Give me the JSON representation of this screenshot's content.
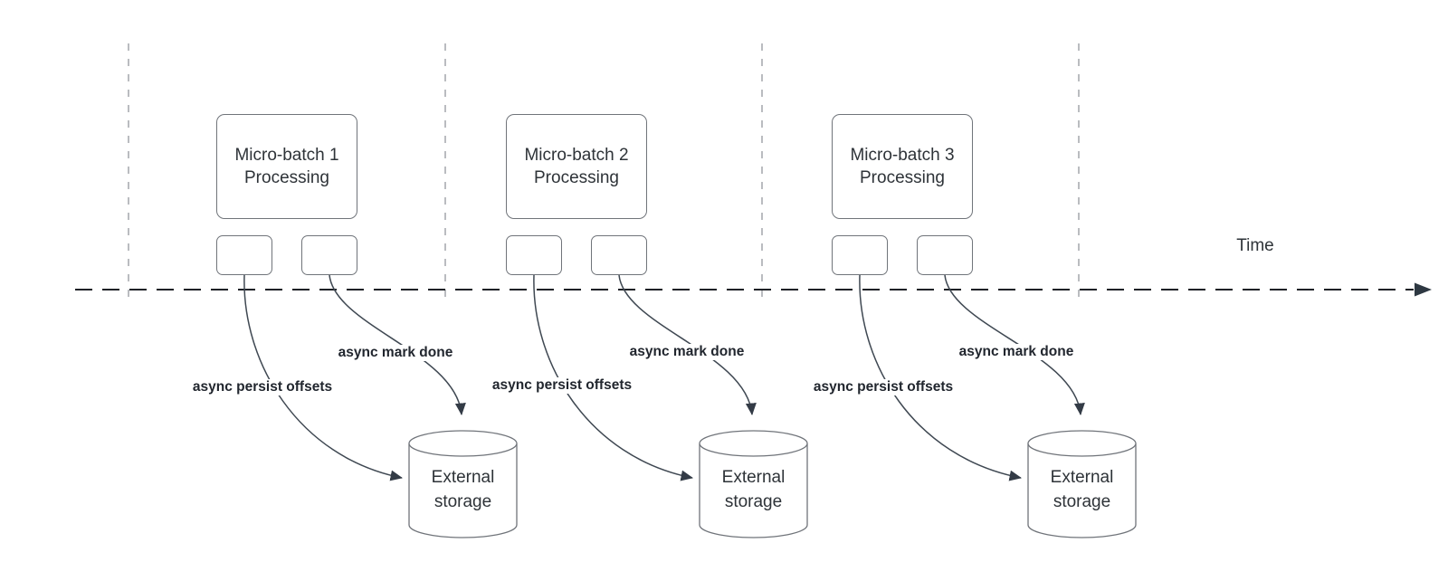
{
  "diagram_type": "micro-batch streaming timeline",
  "timeline": {
    "label": "Time"
  },
  "batches": [
    {
      "title_line1": "Micro-batch 1",
      "title_line2": "Processing",
      "persist_label": "async persist offsets",
      "done_label": "async mark done",
      "storage_line1": "External",
      "storage_line2": "storage"
    },
    {
      "title_line1": "Micro-batch 2",
      "title_line2": "Processing",
      "persist_label": "async persist offsets",
      "done_label": "async mark done",
      "storage_line1": "External",
      "storage_line2": "storage"
    },
    {
      "title_line1": "Micro-batch 3",
      "title_line2": "Processing",
      "persist_label": "async persist offsets",
      "done_label": "async mark done",
      "storage_line1": "External",
      "storage_line2": "storage"
    }
  ],
  "icons": {
    "timeline_arrowhead": "right-arrowhead",
    "edge_arrowhead": "filled-triangle-arrowhead"
  },
  "colors": {
    "background": "#ffffff",
    "timeline": "#1e2126",
    "timeline_arrow": "#2e3842",
    "vertical_guide": "#a9acb0",
    "shape_border": "#70747a",
    "shape_text": "#2e3338",
    "edge": "#3f4852",
    "edge_label_text": "#21262e"
  }
}
